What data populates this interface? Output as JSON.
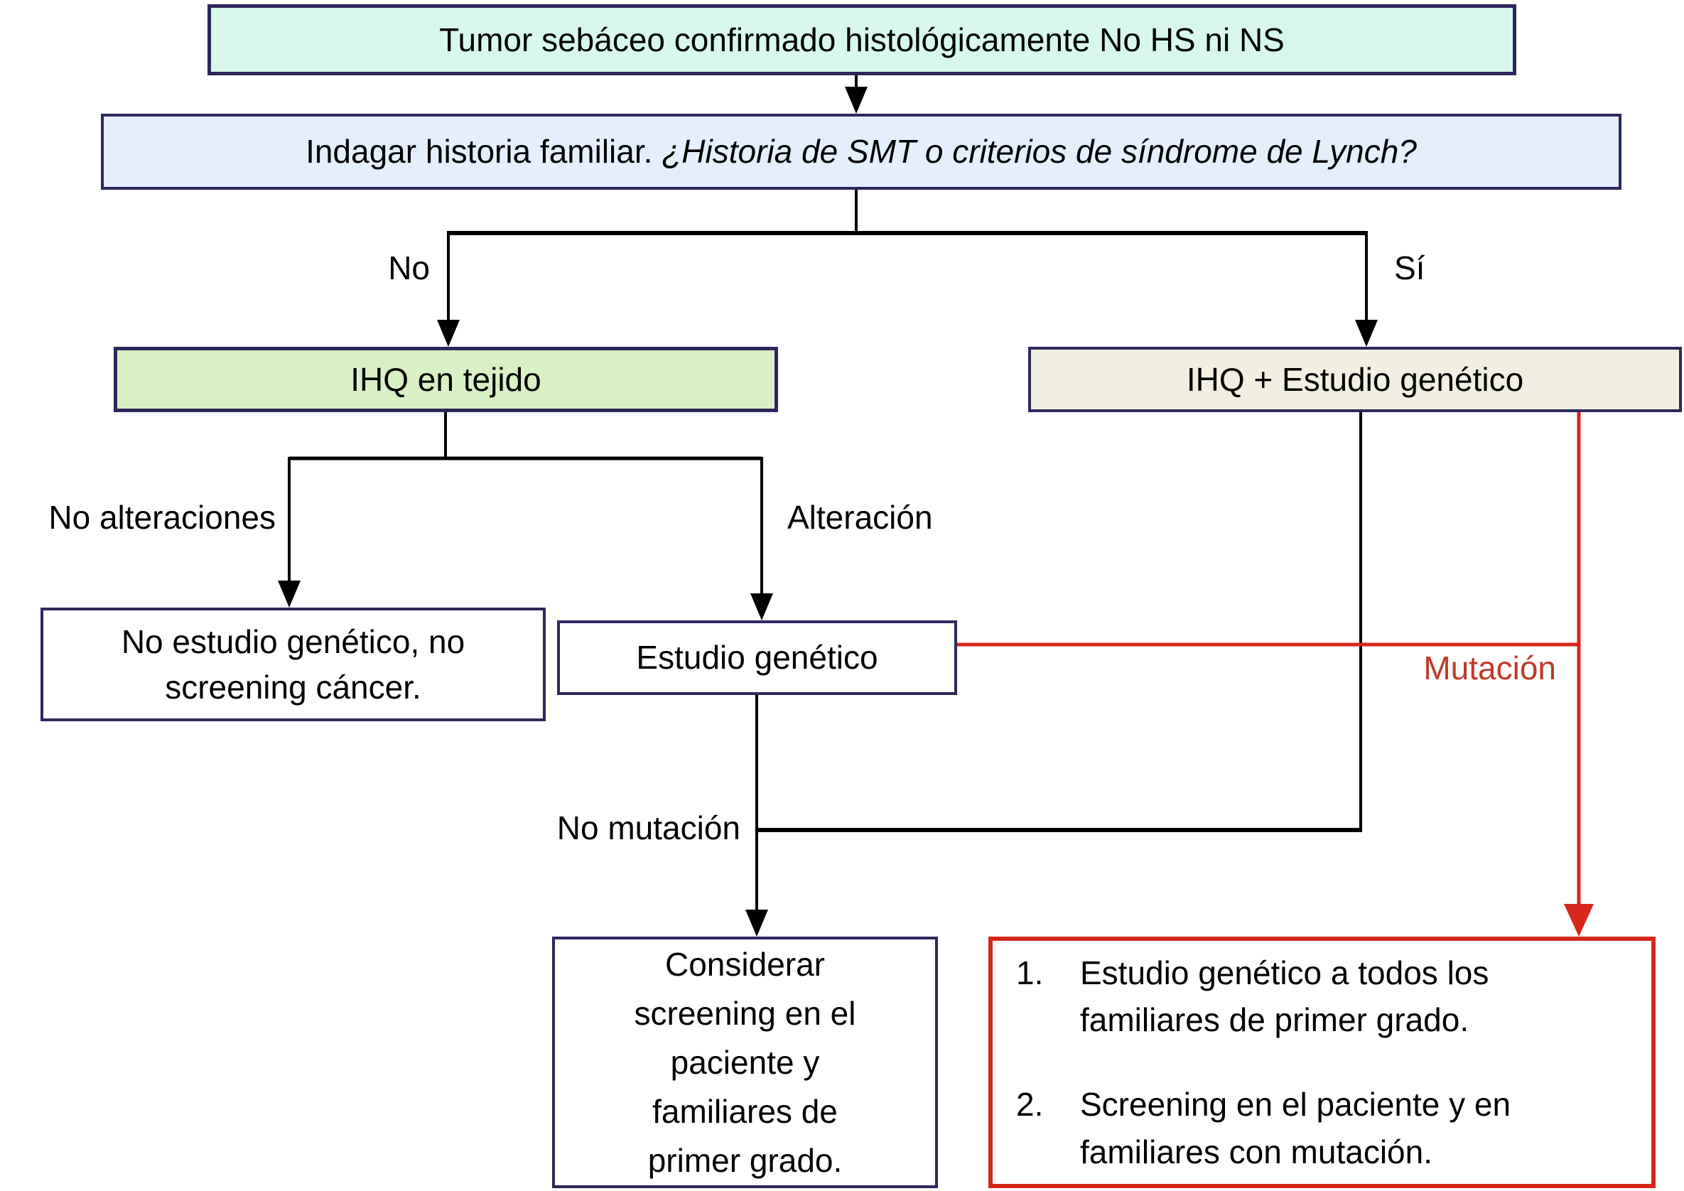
{
  "diagram": {
    "colors": {
      "border_navy": "#2d285c",
      "fill_mint": "#d7f8eb",
      "fill_blue": "#e4effb",
      "fill_green": "#d9efc4",
      "fill_beige": "#f0efe1",
      "line_black": "#000000",
      "line_red": "#d7261b",
      "label_red": "#c03a28"
    },
    "nodes": {
      "tumor": {
        "label": "Tumor sebáceo confirmado histológicamente No HS ni NS"
      },
      "indagar": {
        "prefix": "Indagar historia familiar. ",
        "question": "¿Historia de SMT o criterios de síndrome de Lynch?"
      },
      "ihq_tejido": {
        "label": "IHQ en tejido"
      },
      "ihq_genetico": {
        "label": "IHQ + Estudio genético"
      },
      "no_estudio": {
        "label": "No estudio genético, no screening cáncer."
      },
      "estudio": {
        "label": "Estudio genético"
      },
      "considerar": {
        "label": "Considerar screening en el paciente y familiares de primer grado."
      },
      "plan": {
        "items": [
          {
            "num": "1.",
            "text": "Estudio genético a todos los familiares de primer grado."
          },
          {
            "num": "2.",
            "text": "Screening en el paciente y en familiares con mutación."
          }
        ]
      }
    },
    "edge_labels": {
      "no": "No",
      "si": "Sí",
      "no_alteraciones": "No alteraciones",
      "alteracion": "Alteración",
      "mutacion": "Mutación",
      "no_mutacion": "No mutación"
    }
  }
}
